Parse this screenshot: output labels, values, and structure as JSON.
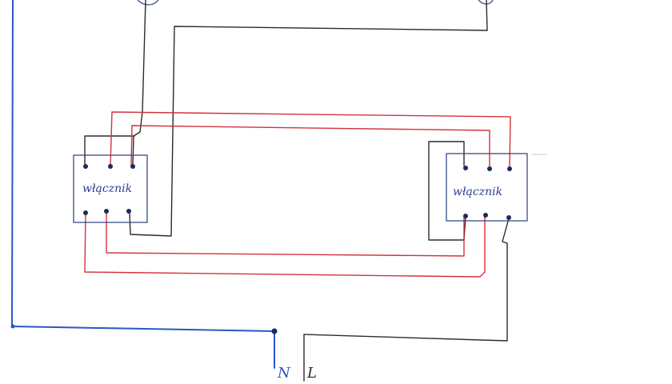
{
  "switches": {
    "left": {
      "label": "włącznik"
    },
    "right": {
      "label": "włącznik"
    }
  },
  "terminals": {
    "neutral": "N",
    "live": "L"
  },
  "colors": {
    "paper": "#ffffff",
    "black_wire": "#2b2b2b",
    "red_wire": "#d4313c",
    "blue_wire": "#2858c4",
    "terminal_dot": "#1c2a5e",
    "box_outline": "#3a4a8a",
    "label_ink": "#2e3f8f"
  }
}
